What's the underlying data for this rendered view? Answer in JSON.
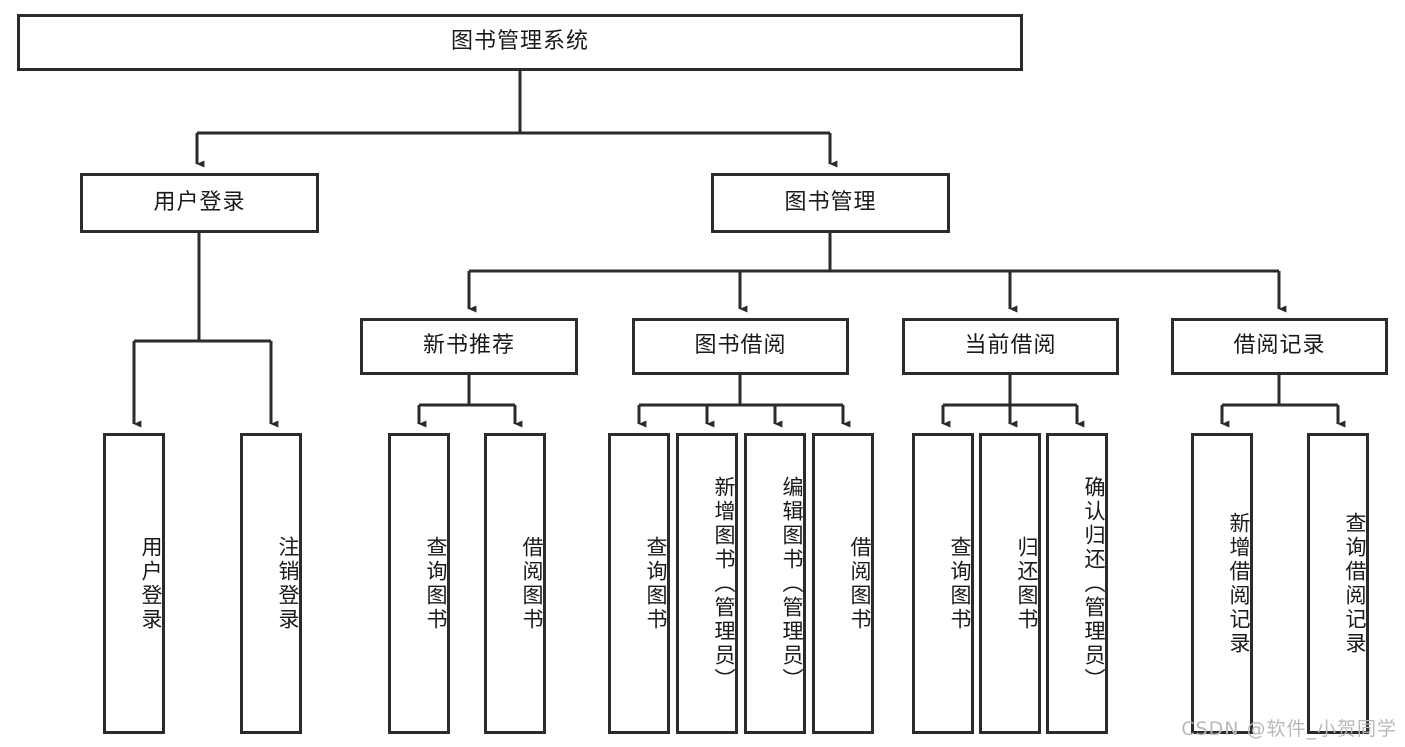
{
  "diagram": {
    "title": "图书管理系统",
    "type": "tree",
    "watermark": "CSDN @软件_小贺同学",
    "colors": {
      "border": "#2b2b2b",
      "box_fill": "#ffffff",
      "text": "#1a1a1a",
      "connector": "#2b2b2b",
      "watermark": "#b9b9b9",
      "background": "#ffffff"
    },
    "levels": {
      "root": {
        "label": "图书管理系统"
      },
      "level2": [
        {
          "label": "用户登录"
        },
        {
          "label": "图书管理"
        }
      ],
      "level3": [
        {
          "label": "新书推荐"
        },
        {
          "label": "图书借阅"
        },
        {
          "label": "当前借阅"
        },
        {
          "label": "借阅记录"
        }
      ],
      "level4": {
        "用户登录": [
          {
            "label": "用户登录"
          },
          {
            "label": "注销登录"
          }
        ],
        "新书推荐": [
          {
            "label": "查询图书"
          },
          {
            "label": "借阅图书"
          }
        ],
        "图书借阅": [
          {
            "label": "查询图书"
          },
          {
            "label": "新增图书（管理员）"
          },
          {
            "label": "编辑图书（管理员）"
          },
          {
            "label": "借阅图书"
          }
        ],
        "当前借阅": [
          {
            "label": "查询图书"
          },
          {
            "label": "归还图书"
          },
          {
            "label": "确认归还（管理员）"
          }
        ],
        "借阅记录": [
          {
            "label": "新增借阅记录"
          },
          {
            "label": "查询借阅记录"
          }
        ]
      }
    },
    "nodes": {
      "root": "图书管理系统",
      "l2_user_login": "用户登录",
      "l2_book_manage": "图书管理",
      "l3_new_book": "新书推荐",
      "l3_book_borrow": "图书借阅",
      "l3_current_borrow": "当前借阅",
      "l3_borrow_record": "借阅记录",
      "l4_user_login": "用户登录",
      "l4_logout": "注销登录",
      "l4_nb_query": "查询图书",
      "l4_nb_borrow": "借阅图书",
      "l4_bb_query": "查询图书",
      "l4_bb_add": "新增图书（管理员）",
      "l4_bb_edit": "编辑图书（管理员）",
      "l4_bb_borrow": "借阅图书",
      "l4_cb_query": "查询图书",
      "l4_cb_return": "归还图书",
      "l4_cb_confirm": "确认归还（管理员）",
      "l4_br_add": "新增借阅记录",
      "l4_br_query": "查询借阅记录"
    }
  }
}
